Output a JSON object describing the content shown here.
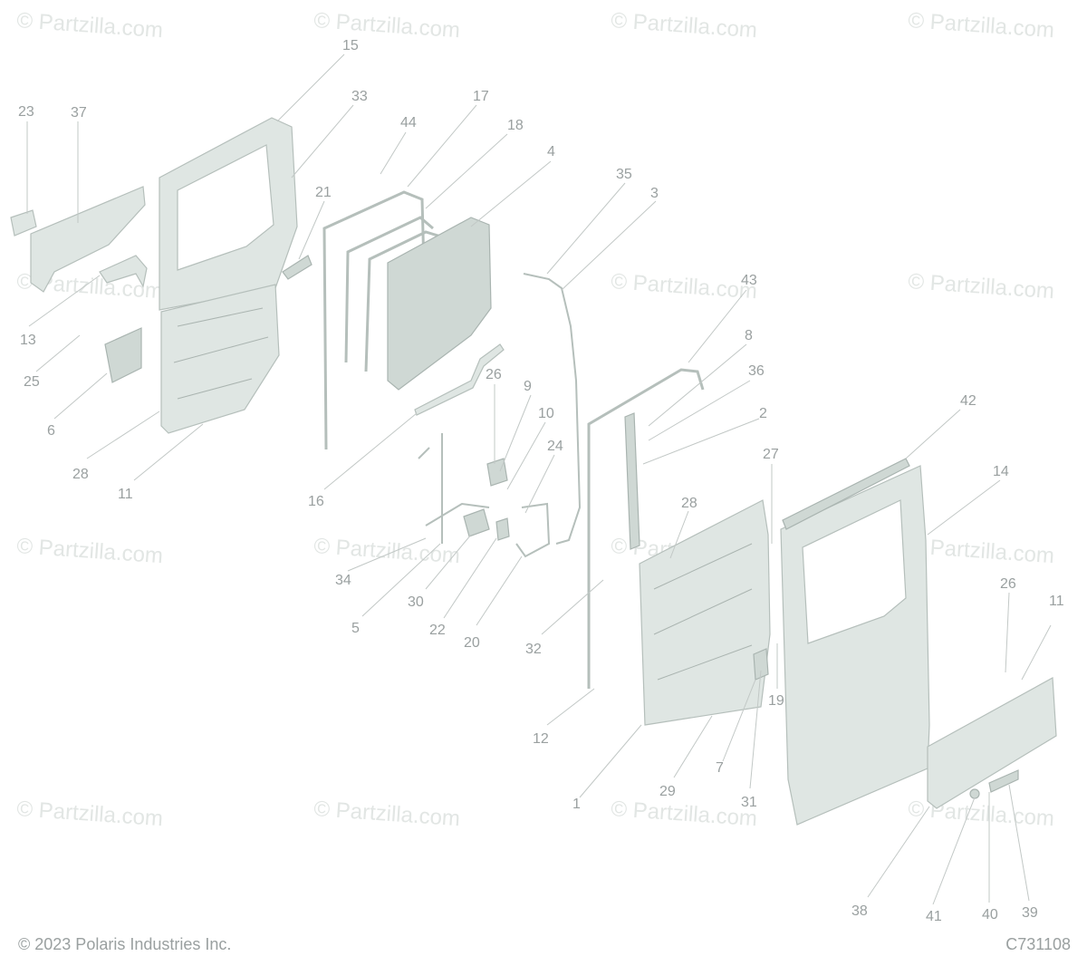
{
  "watermark": "© Partzilla.com",
  "copyright": "© 2023 Polaris Industries Inc.",
  "figure_code": "C731108",
  "callouts": [
    "15",
    "33",
    "23",
    "37",
    "44",
    "17",
    "18",
    "4",
    "21",
    "35",
    "3",
    "13",
    "25",
    "6",
    "28",
    "11",
    "16",
    "43",
    "8",
    "36",
    "2",
    "26",
    "9",
    "10",
    "24",
    "42",
    "27",
    "14",
    "28",
    "34",
    "5",
    "30",
    "22",
    "20",
    "32",
    "26",
    "11",
    "19",
    "12",
    "1",
    "29",
    "7",
    "31",
    "38",
    "41",
    "40",
    "39"
  ]
}
